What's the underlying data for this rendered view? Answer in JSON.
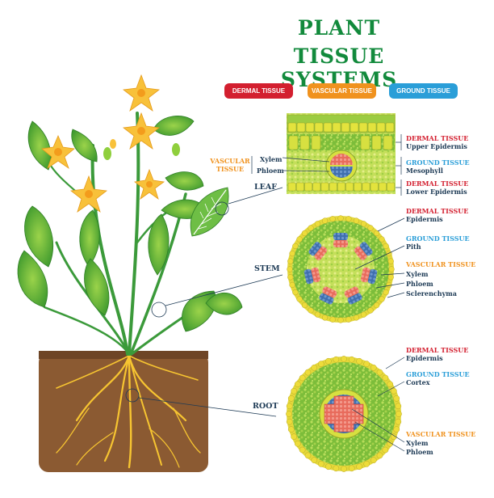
{
  "title": {
    "line1": "PLANT",
    "line2": "TISSUE SYSTEMS"
  },
  "legend": [
    {
      "label": "DERMAL TISSUE",
      "color": "#d31f2f"
    },
    {
      "label": "VASCULAR TISSUE",
      "color": "#f0921e"
    },
    {
      "label": "GROUND TISSUE",
      "color": "#2a9ed8"
    }
  ],
  "organs": {
    "leaf": "LEAF",
    "stem": "STEM",
    "root": "ROOT"
  },
  "leaf_section": {
    "vascular_group": "VASCULAR TISSUE",
    "xylem": "Xylem",
    "phloem": "Phloem",
    "upper": {
      "category": "DERMAL TISSUE",
      "part": "Upper Epidermis"
    },
    "middle": {
      "category": "GROUND TISSUE",
      "part": "Mesophyll"
    },
    "lower": {
      "category": "DERMAL TISSUE",
      "part": "Lower Epidermis"
    }
  },
  "stem_section": {
    "dermal": {
      "category": "DERMAL TISSUE",
      "part": "Epidermis"
    },
    "ground": {
      "category": "GROUND TISSUE",
      "part": "Pith"
    },
    "vascular": {
      "category": "VASCULAR TISSUE",
      "parts": [
        "Xylem",
        "Phloem",
        "Sclerenchyma"
      ]
    }
  },
  "root_section": {
    "dermal": {
      "category": "DERMAL TISSUE",
      "part": "Epidermis"
    },
    "ground": {
      "category": "GROUND TISSUE",
      "part": "Cortex"
    },
    "vascular": {
      "category": "VASCULAR TISSUE",
      "parts": [
        "Xylem",
        "Phloem"
      ]
    }
  },
  "colors": {
    "dermal": "#d31f2f",
    "vascular": "#f0921e",
    "ground": "#2a9ed8",
    "title": "#128a3c",
    "soil": "#8b5a32",
    "cell_green": "#8cc63f",
    "cell_yellow": "#e8e23a"
  }
}
